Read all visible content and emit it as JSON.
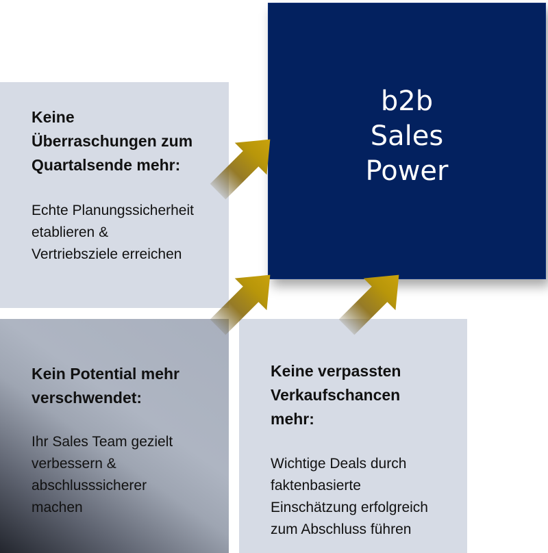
{
  "center": {
    "lines": [
      "b2b",
      "Sales",
      "Power"
    ],
    "background_color": "#03215f",
    "text_color": "#ffffff"
  },
  "panels": {
    "top_left": {
      "heading": [
        "Keine",
        "Überraschungen zum",
        "Quartalsende mehr:"
      ],
      "body": [
        "Echte Planungssicherheit",
        "etablieren &",
        "Vertriebsziele erreichen"
      ]
    },
    "bottom_left": {
      "heading": [
        "Kein Potential mehr",
        "verschwendet:"
      ],
      "body": [
        "Ihr Sales Team gezielt",
        "verbessern &",
        "abschlusssicherer",
        "machen"
      ]
    },
    "bottom_right": {
      "heading": [
        "Keine verpassten",
        "Verkaufschancen",
        "mehr:"
      ],
      "body": [
        "Wichtige Deals durch",
        "faktenbasierte",
        "Einschätzung erfolgreich",
        "zum Abschluss führen"
      ]
    }
  },
  "colors": {
    "panel_light": "#d6dbe5",
    "arrow_gold": "#b8960a",
    "text_dark": "#111111"
  },
  "icons": [
    "arrow-up-right-icon"
  ]
}
